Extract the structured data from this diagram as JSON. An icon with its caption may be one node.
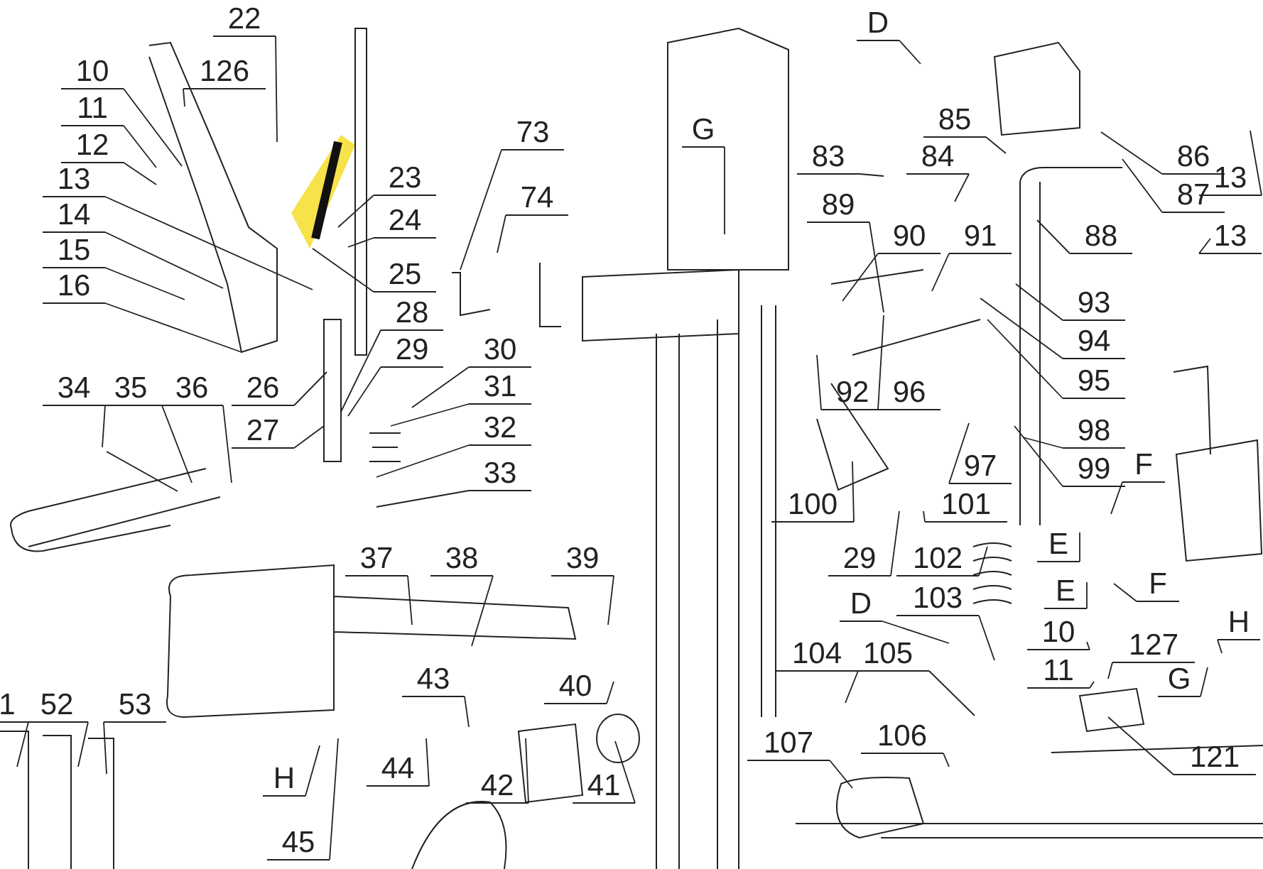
{
  "diagram": {
    "nodes": [
      {
        "text": [
          "D"
        ]
      },
      {
        "text": [
          "22"
        ]
      },
      {
        "text": [
          "10"
        ]
      },
      {
        "text": [
          "126"
        ]
      },
      {
        "text": [
          "G"
        ]
      },
      {
        "text": [
          "11"
        ]
      },
      {
        "text": [
          "73"
        ]
      },
      {
        "text": [
          "85"
        ]
      },
      {
        "text": [
          "86"
        ]
      },
      {
        "text": [
          "12"
        ]
      },
      {
        "text": [
          "83"
        ]
      },
      {
        "text": [
          "84"
        ]
      },
      {
        "text": [
          "13"
        ]
      },
      {
        "text": [
          "23"
        ]
      },
      {
        "text": [
          "13"
        ]
      },
      {
        "text": [
          "89"
        ]
      },
      {
        "text": [
          "87"
        ]
      },
      {
        "text": [
          "74"
        ]
      },
      {
        "text": [
          "14"
        ]
      },
      {
        "text": [
          "24"
        ]
      },
      {
        "text": [
          "88"
        ]
      },
      {
        "text": [
          "90"
        ]
      },
      {
        "text": [
          "91"
        ]
      },
      {
        "text": [
          "13"
        ]
      },
      {
        "text": [
          "15"
        ]
      },
      {
        "text": [
          "25"
        ]
      },
      {
        "text": [
          "16"
        ]
      },
      {
        "text": [
          "93"
        ]
      },
      {
        "text": [
          "28"
        ]
      },
      {
        "text": [
          "94"
        ]
      },
      {
        "text": [
          "29"
        ]
      },
      {
        "text": [
          "30"
        ]
      },
      {
        "text": [
          "34"
        ]
      },
      {
        "text": [
          "35"
        ]
      },
      {
        "text": [
          "36"
        ]
      },
      {
        "text": [
          "26"
        ]
      },
      {
        "text": [
          "31"
        ]
      },
      {
        "text": [
          "95"
        ]
      },
      {
        "text": [
          "92"
        ]
      },
      {
        "text": [
          "96"
        ]
      },
      {
        "text": [
          "27"
        ]
      },
      {
        "text": [
          "32"
        ]
      },
      {
        "text": [
          "98"
        ]
      },
      {
        "text": [
          "F"
        ]
      },
      {
        "text": [
          "97"
        ]
      },
      {
        "text": [
          "99"
        ]
      },
      {
        "text": [
          "33"
        ]
      },
      {
        "text": [
          "100"
        ]
      },
      {
        "text": [
          "101"
        ]
      },
      {
        "text": [
          "E"
        ]
      },
      {
        "text": [
          "37"
        ]
      },
      {
        "text": [
          "38"
        ]
      },
      {
        "text": [
          "39"
        ]
      },
      {
        "text": [
          "29"
        ]
      },
      {
        "text": [
          "102"
        ]
      },
      {
        "text": [
          "F"
        ]
      },
      {
        "text": [
          "E"
        ]
      },
      {
        "text": [
          "103"
        ]
      },
      {
        "text": [
          "D"
        ]
      },
      {
        "text": [
          "H"
        ]
      },
      {
        "text": [
          "10"
        ]
      },
      {
        "text": [
          "127"
        ]
      },
      {
        "text": [
          "104"
        ]
      },
      {
        "text": [
          "105"
        ]
      },
      {
        "text": [
          "11"
        ]
      },
      {
        "text": [
          "43"
        ]
      },
      {
        "text": [
          "G"
        ]
      },
      {
        "text": [
          "40"
        ]
      },
      {
        "text": [
          "1"
        ]
      },
      {
        "text": [
          "52"
        ]
      },
      {
        "text": [
          "53"
        ]
      },
      {
        "text": [
          "106"
        ]
      },
      {
        "text": [
          "107"
        ]
      },
      {
        "text": [
          "121"
        ]
      },
      {
        "text": [
          "44"
        ]
      },
      {
        "text": [
          "H"
        ]
      },
      {
        "text": [
          "42"
        ]
      },
      {
        "text": [
          "41"
        ]
      },
      {
        "text": [
          "45"
        ]
      }
    ],
    "edges": [
      {
        "from": 0,
        "to": null,
        "arrow": "none"
      },
      {
        "from": 1,
        "to": null,
        "arrow": "none"
      },
      {
        "from": 2,
        "to": null,
        "arrow": "none"
      },
      {
        "from": 3,
        "to": null,
        "arrow": "none"
      },
      {
        "from": 4,
        "to": null,
        "arrow": "none"
      },
      {
        "from": 5,
        "to": null,
        "arrow": "none"
      },
      {
        "from": 6,
        "to": null,
        "arrow": "none"
      },
      {
        "from": 7,
        "to": null,
        "arrow": "none"
      },
      {
        "from": 8,
        "to": null,
        "arrow": "none"
      },
      {
        "from": 9,
        "to": null,
        "arrow": "none"
      },
      {
        "from": 10,
        "to": null,
        "arrow": "none"
      },
      {
        "from": 11,
        "to": null,
        "arrow": "none"
      },
      {
        "from": 12,
        "to": null,
        "arrow": "none"
      },
      {
        "from": 13,
        "to": null,
        "arrow": "none"
      },
      {
        "from": 14,
        "to": null,
        "arrow": "none"
      },
      {
        "from": 15,
        "to": null,
        "arrow": "none"
      },
      {
        "from": 16,
        "to": null,
        "arrow": "none"
      },
      {
        "from": 17,
        "to": null,
        "arrow": "none"
      },
      {
        "from": 18,
        "to": null,
        "arrow": "none"
      },
      {
        "from": 19,
        "to": null,
        "arrow": "none"
      },
      {
        "from": 20,
        "to": null,
        "arrow": "none"
      },
      {
        "from": 21,
        "to": null,
        "arrow": "none"
      },
      {
        "from": 22,
        "to": null,
        "arrow": "none"
      },
      {
        "from": 23,
        "to": null,
        "arrow": "none"
      },
      {
        "from": 24,
        "to": null,
        "arrow": "none"
      },
      {
        "from": 25,
        "to": null,
        "arrow": "none"
      },
      {
        "from": 26,
        "to": null,
        "arrow": "none"
      },
      {
        "from": 27,
        "to": null,
        "arrow": "none"
      },
      {
        "from": 28,
        "to": null,
        "arrow": "none"
      },
      {
        "from": 29,
        "to": null,
        "arrow": "none"
      },
      {
        "from": 30,
        "to": null,
        "arrow": "none"
      },
      {
        "from": 31,
        "to": null,
        "arrow": "none"
      },
      {
        "from": 32,
        "to": null,
        "arrow": "none"
      },
      {
        "from": 33,
        "to": null,
        "arrow": "none"
      },
      {
        "from": 34,
        "to": null,
        "arrow": "none"
      },
      {
        "from": 35,
        "to": null,
        "arrow": "none"
      },
      {
        "from": 36,
        "to": null,
        "arrow": "none"
      },
      {
        "from": 37,
        "to": null,
        "arrow": "none"
      },
      {
        "from": 38,
        "to": null,
        "arrow": "none"
      },
      {
        "from": 39,
        "to": null,
        "arrow": "none"
      },
      {
        "from": 40,
        "to": null,
        "arrow": "none"
      },
      {
        "from": 41,
        "to": null,
        "arrow": "none"
      },
      {
        "from": 42,
        "to": null,
        "arrow": "none"
      },
      {
        "from": 43,
        "to": null,
        "arrow": "none"
      },
      {
        "from": 44,
        "to": null,
        "arrow": "none"
      },
      {
        "from": 45,
        "to": null,
        "arrow": "none"
      },
      {
        "from": 46,
        "to": null,
        "arrow": "none"
      },
      {
        "from": 47,
        "to": null,
        "arrow": "none"
      },
      {
        "from": 48,
        "to": null,
        "arrow": "none"
      },
      {
        "from": 49,
        "to": null,
        "arrow": "none"
      },
      {
        "from": 50,
        "to": null,
        "arrow": "none"
      },
      {
        "from": 51,
        "to": null,
        "arrow": "none"
      },
      {
        "from": 52,
        "to": null,
        "arrow": "none"
      },
      {
        "from": 53,
        "to": null,
        "arrow": "none"
      },
      {
        "from": 54,
        "to": null,
        "arrow": "none"
      },
      {
        "from": 55,
        "to": null,
        "arrow": "none"
      },
      {
        "from": 56,
        "to": null,
        "arrow": "none"
      },
      {
        "from": 57,
        "to": null,
        "arrow": "none"
      },
      {
        "from": 58,
        "to": null,
        "arrow": "none"
      },
      {
        "from": 59,
        "to": null,
        "arrow": "none"
      },
      {
        "from": 60,
        "to": null,
        "arrow": "none"
      },
      {
        "from": 61,
        "to": null,
        "arrow": "none"
      },
      {
        "from": 62,
        "to": null,
        "arrow": "none"
      },
      {
        "from": 63,
        "to": null,
        "arrow": "none"
      },
      {
        "from": 64,
        "to": null,
        "arrow": "none"
      },
      {
        "from": 65,
        "to": null,
        "arrow": "none"
      },
      {
        "from": 66,
        "to": null,
        "arrow": "none"
      },
      {
        "from": 67,
        "to": null,
        "arrow": "none"
      },
      {
        "from": 68,
        "to": null,
        "arrow": "none"
      },
      {
        "from": 69,
        "to": null,
        "arrow": "none"
      },
      {
        "from": 70,
        "to": null,
        "arrow": "none"
      },
      {
        "from": 71,
        "to": null,
        "arrow": "none"
      },
      {
        "from": 72,
        "to": null,
        "arrow": "none"
      },
      {
        "from": 73,
        "to": null,
        "arrow": "none"
      },
      {
        "from": 74,
        "to": null,
        "arrow": "none"
      },
      {
        "from": 75,
        "to": null,
        "arrow": "none"
      },
      {
        "from": 76,
        "to": null,
        "arrow": "none"
      },
      {
        "from": 77,
        "to": null,
        "arrow": "none"
      },
      {
        "from": 78,
        "to": null,
        "arrow": "none"
      }
    ]
  }
}
